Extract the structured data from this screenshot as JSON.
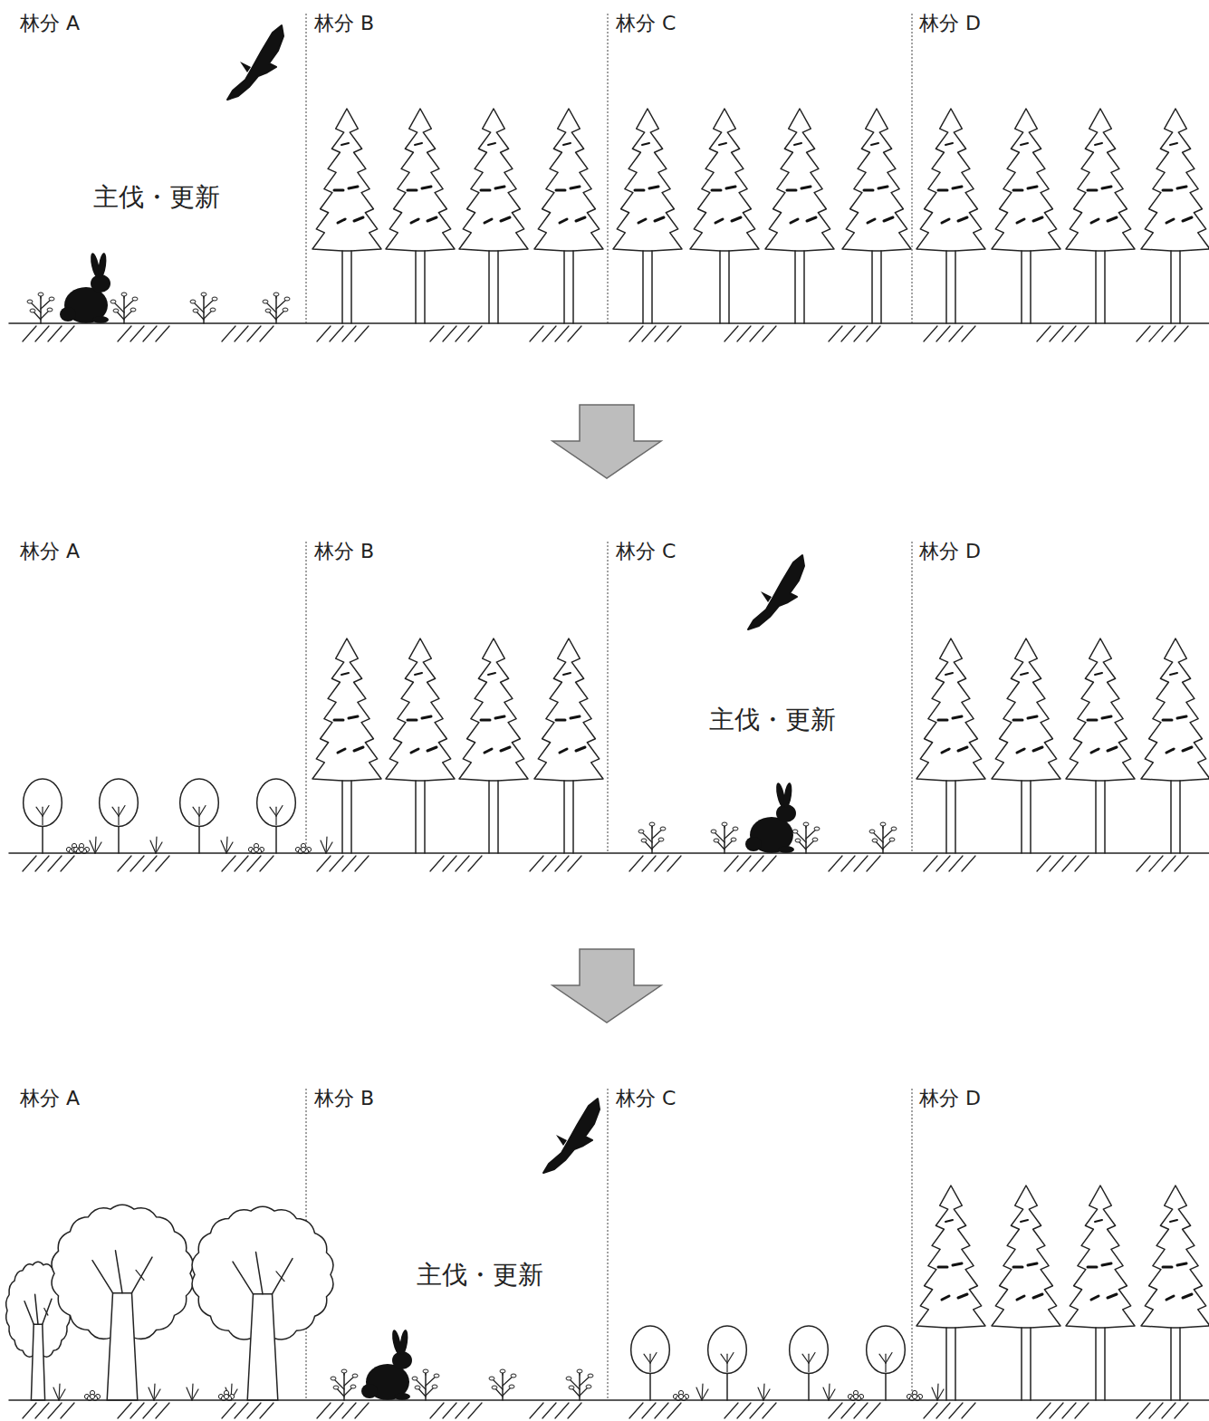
{
  "diagram": {
    "labels": [
      "林分 A",
      "林分 B",
      "林分 C",
      "林分 D",
      "主伐・更新",
      "林分 A",
      "林分 B",
      "林分 C",
      "林分 D",
      "主伐・更新",
      "林分 A",
      "林分 B",
      "林分 C",
      "林分 D",
      "主伐・更新"
    ]
  }
}
